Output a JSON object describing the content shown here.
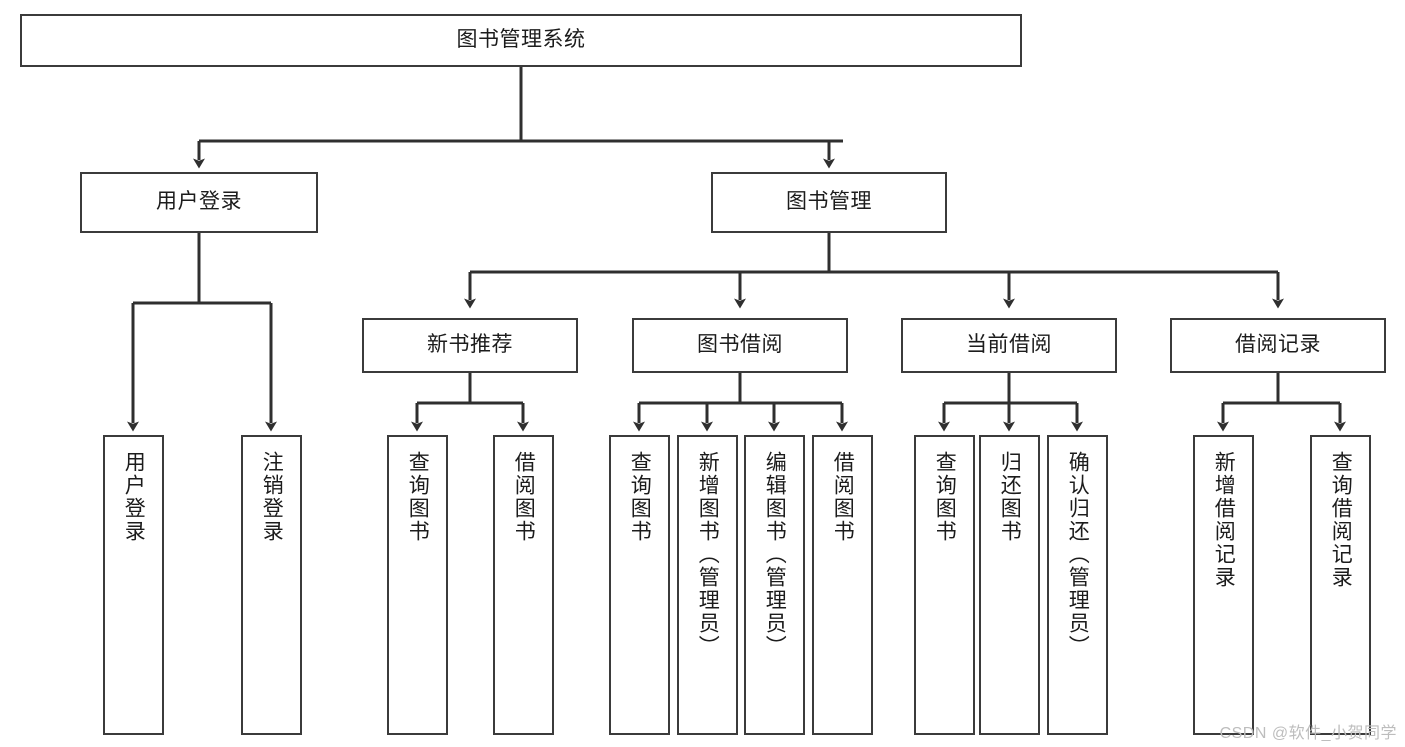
{
  "diagram": {
    "title": "图书管理系统",
    "watermark": "CSDN @软件_小贺同学",
    "colors": {
      "box_border": "#3b3b3b",
      "box_fill": "#ffffff",
      "connector": "#2f2f2f",
      "text": "#1c1c1c",
      "watermark": "#bdbdbd",
      "background": "#ffffff"
    },
    "nodes": {
      "root": {
        "label": "图书管理系统"
      },
      "level2": [
        {
          "label": "用户登录"
        },
        {
          "label": "图书管理"
        }
      ],
      "level3": [
        {
          "label": "新书推荐"
        },
        {
          "label": "图书借阅"
        },
        {
          "label": "当前借阅"
        },
        {
          "label": "借阅记录"
        }
      ],
      "leaves": {
        "user_login": [
          {
            "label": "用户登录"
          },
          {
            "label": "注销登录"
          }
        ],
        "new_book_recommend": [
          {
            "label": "查询图书"
          },
          {
            "label": "借阅图书"
          }
        ],
        "book_borrow": [
          {
            "label": "查询图书"
          },
          {
            "label": "新增图书（管理员）"
          },
          {
            "label": "编辑图书（管理员）"
          },
          {
            "label": "借阅图书"
          }
        ],
        "current_borrow": [
          {
            "label": "查询图书"
          },
          {
            "label": "归还图书"
          },
          {
            "label": "确认归还（管理员）"
          }
        ],
        "borrow_record": [
          {
            "label": "新增借阅记录"
          },
          {
            "label": "查询借阅记录"
          }
        ]
      }
    }
  }
}
